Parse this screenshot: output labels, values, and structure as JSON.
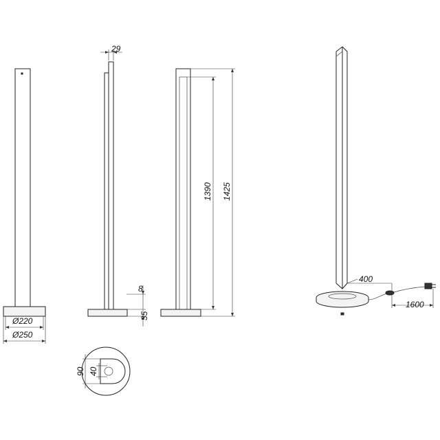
{
  "dimensions": {
    "base_inner_diameter": "Ø220",
    "base_outer_diameter": "Ø250",
    "column_depth": "29",
    "slot_width": "8",
    "base_height": "35",
    "light_height": "1390",
    "total_height": "1425",
    "switch_cable": "400",
    "power_cable": "1600",
    "cutout_outer": "90",
    "cutout_inner": "40"
  },
  "colors": {
    "line": "#222222",
    "base_fill": "#f3f3f3"
  }
}
